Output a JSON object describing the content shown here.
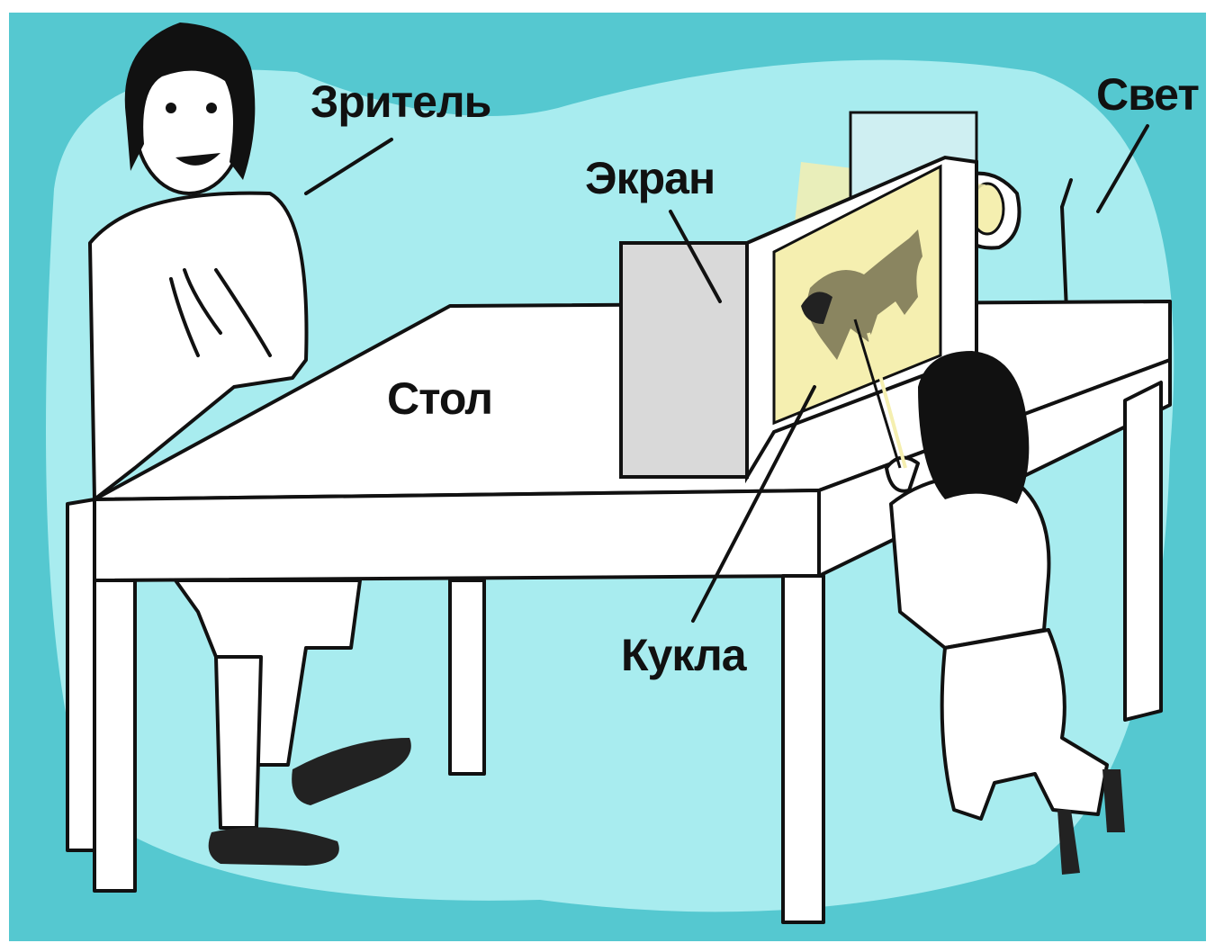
{
  "labels": {
    "viewer": "Зритель",
    "screen": "Экран",
    "light": "Свет",
    "table": "Стол",
    "puppet": "Кукла"
  },
  "colors": {
    "background": "#55c8d0",
    "glow": "#a8ecef",
    "screen_gray": "#d9d9d9",
    "light_beam": "#f5efb0",
    "puppet_shadow": "#8a8560",
    "hair": "#111111"
  }
}
